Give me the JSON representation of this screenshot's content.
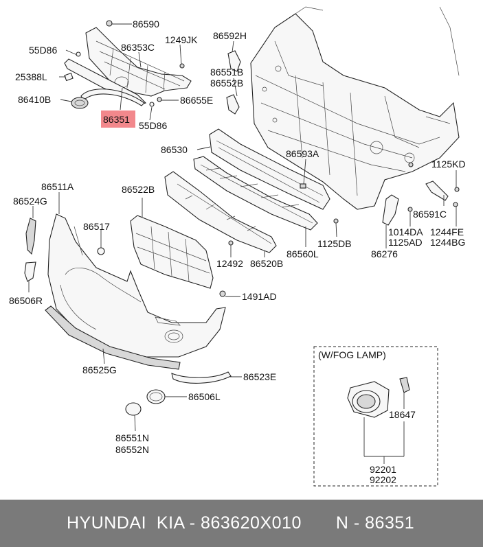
{
  "labels": {
    "p86590": "86590",
    "p55d86a": "55D86",
    "p86353c": "86353C",
    "p1249jk": "1249JK",
    "p86592h": "86592H",
    "p25388l": "25388L",
    "p86551b": "86551B",
    "p86552b": "86552B",
    "p86410b": "86410B",
    "p86655e": "86655E",
    "p86351": "86351",
    "p55d86b": "55D86",
    "p86530": "86530",
    "p86593a": "86593A",
    "p1125kd": "1125KD",
    "p86511a": "86511A",
    "p86522b": "86522B",
    "p86524g": "86524G",
    "p86591c": "86591C",
    "p86517": "86517",
    "p1014da": "1014DA",
    "p1244fe": "1244FE",
    "p1125db": "1125DB",
    "p1125ad": "1125AD",
    "p1244bg": "1244BG",
    "p12492": "12492",
    "p86520b": "86520B",
    "p86560l": "86560L",
    "p86276": "86276",
    "p86506r": "86506R",
    "p1491ad": "1491AD",
    "fog_title": "(W/FOG LAMP)",
    "p86525g": "86525G",
    "p86523e": "86523E",
    "p18647": "18647",
    "p86506l": "86506L",
    "p86551n": "86551N",
    "p86552n": "86552N",
    "p92201": "92201",
    "p92202": "92202"
  },
  "footer": {
    "brand": "HYUNDAI  KIA - 863620X010",
    "ref": "N - 86351"
  },
  "colors": {
    "highlight": "#f2888c",
    "footer_bg": "#7a7a7a"
  }
}
